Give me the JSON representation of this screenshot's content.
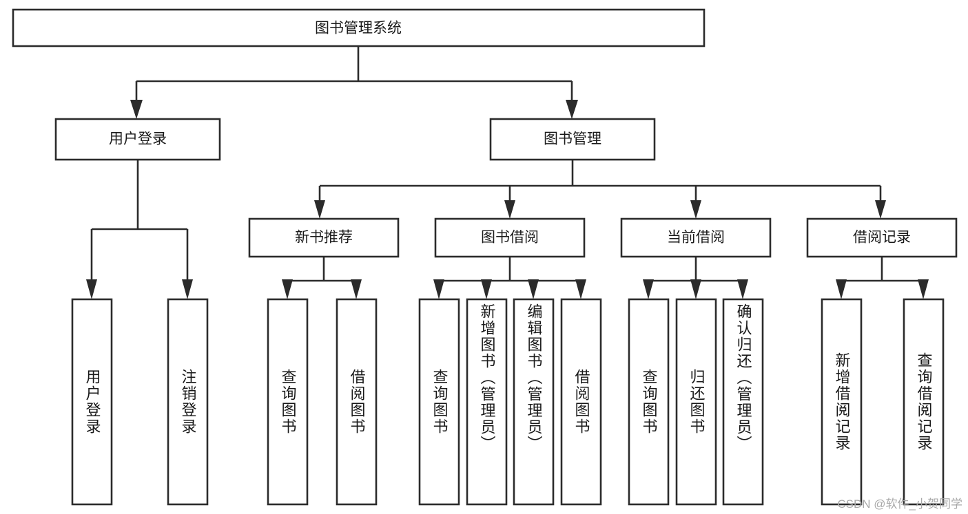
{
  "diagram": {
    "type": "tree",
    "title": "图书管理系统",
    "orientation": "top-down",
    "line_color": "#2b2b2b",
    "box_fill": "#ffffff",
    "text_color": "#1a1a1a",
    "watermark": "CSDN @软件_小贺同学",
    "root": {
      "id": "root",
      "label": "图书管理系统"
    },
    "level2": [
      {
        "id": "user-login",
        "label": "用户登录"
      },
      {
        "id": "book-management",
        "label": "图书管理"
      }
    ],
    "level3": [
      {
        "id": "new-book-recommend",
        "label": "新书推荐",
        "parent": "book-management"
      },
      {
        "id": "book-borrow",
        "label": "图书借阅",
        "parent": "book-management"
      },
      {
        "id": "current-borrow",
        "label": "当前借阅",
        "parent": "book-management"
      },
      {
        "id": "borrow-record",
        "label": "借阅记录",
        "parent": "book-management"
      }
    ],
    "leaves": [
      {
        "id": "leaf-user-login",
        "label": "用户登录",
        "parent": "user-login"
      },
      {
        "id": "leaf-logout-login",
        "label": "注销登录",
        "parent": "user-login"
      },
      {
        "id": "leaf-query-book-1",
        "label": "查询图书",
        "parent": "new-book-recommend"
      },
      {
        "id": "leaf-borrow-book-1",
        "label": "借阅图书",
        "parent": "new-book-recommend"
      },
      {
        "id": "leaf-query-book-2",
        "label": "查询图书",
        "parent": "book-borrow"
      },
      {
        "id": "leaf-add-book",
        "label": "新增图书（管理员）",
        "parent": "book-borrow"
      },
      {
        "id": "leaf-edit-book",
        "label": "编辑图书（管理员）",
        "parent": "book-borrow"
      },
      {
        "id": "leaf-borrow-book-2",
        "label": "借阅图书",
        "parent": "book-borrow"
      },
      {
        "id": "leaf-query-book-3",
        "label": "查询图书",
        "parent": "current-borrow"
      },
      {
        "id": "leaf-return-book",
        "label": "归还图书",
        "parent": "current-borrow"
      },
      {
        "id": "leaf-confirm-return",
        "label": "确认归还（管理员）",
        "parent": "current-borrow"
      },
      {
        "id": "leaf-add-record",
        "label": "新增借阅记录",
        "parent": "borrow-record"
      },
      {
        "id": "leaf-query-record",
        "label": "查询借阅记录",
        "parent": "borrow-record"
      }
    ]
  }
}
